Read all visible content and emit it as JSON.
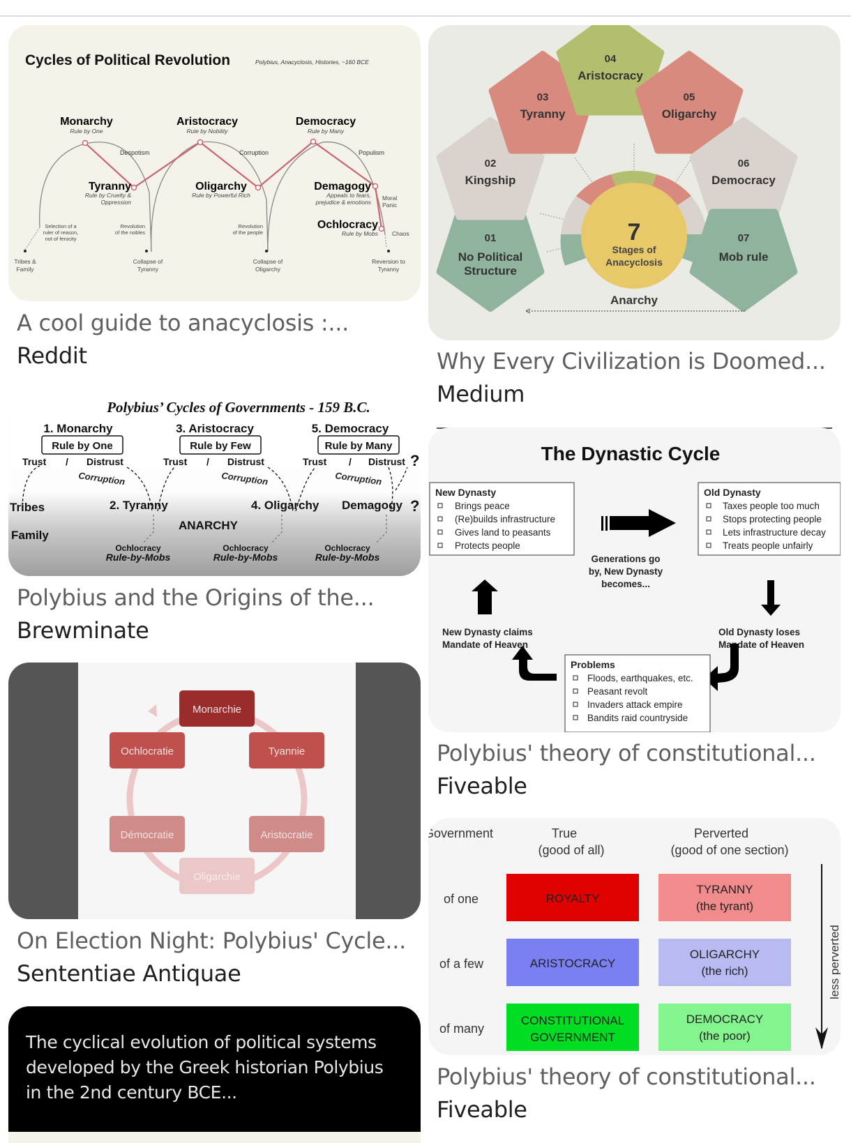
{
  "results": [
    {
      "title": "A cool guide to anacyclosis :...",
      "source": "Reddit",
      "image": {
        "title": "Cycles of Political Revolution",
        "subtitle": "Polybius, Anacyclosis, Histories, ~160 BCE",
        "peaks": [
          {
            "name": "Monarchy",
            "desc": "Rule by One"
          },
          {
            "name": "Aristocracy",
            "desc": "Rule by Nobility"
          },
          {
            "name": "Democracy",
            "desc": "Rule by Many"
          }
        ],
        "troughs": [
          {
            "name": "Tyranny",
            "desc1": "Rule by Cruelty &",
            "desc2": "Oppression"
          },
          {
            "name": "Oligarchy",
            "desc1": "Rule by Powerful Rich",
            "desc2": ""
          },
          {
            "name": "Demagogy",
            "desc1": "Appeals to fears,",
            "desc2": "prejudice & emotions"
          }
        ],
        "decay_labels": [
          "Despotism",
          "Corruption",
          "Populism"
        ],
        "ochlocracy": {
          "name": "Ochlocracy",
          "desc": "Rule by Mobs"
        },
        "moral_panic": [
          "Moral",
          "Panic"
        ],
        "chaos": "Chaos",
        "selection": [
          "Selection of a",
          "ruler of reason,",
          "not of ferocity"
        ],
        "revolution_nobles": [
          "Revolution",
          "of the nobles"
        ],
        "revolution_people": [
          "Revolution",
          "of the people"
        ],
        "base_labels": [
          [
            "Tribes &",
            "Family"
          ],
          [
            "Collapse of",
            "Tyranny"
          ],
          [
            "Collapse of",
            "Oligarchy"
          ],
          [
            "Reversion to",
            "Tyranny"
          ]
        ]
      }
    },
    {
      "title": "Why Every Civilization is Doomed...",
      "source": "Medium",
      "image": {
        "center_number": "7",
        "center_line1": "Stages of",
        "center_line2": "Anacyclosis",
        "stages": [
          {
            "num": "01",
            "name1": "No Political",
            "name2": "Structure",
            "color": "#8fb39c"
          },
          {
            "num": "02",
            "name1": "Kingship",
            "name2": "",
            "color": "#dad3cd"
          },
          {
            "num": "03",
            "name1": "Tyranny",
            "name2": "",
            "color": "#d98a7e"
          },
          {
            "num": "04",
            "name1": "Aristocracy",
            "name2": "",
            "color": "#b3bf6e"
          },
          {
            "num": "05",
            "name1": "Oligarchy",
            "name2": "",
            "color": "#d98a7e"
          },
          {
            "num": "06",
            "name1": "Democracy",
            "name2": "",
            "color": "#dad3cd"
          },
          {
            "num": "07",
            "name1": "Mob rule",
            "name2": "",
            "color": "#8fb39c"
          }
        ],
        "anarchy": "Anarchy",
        "center_color": "#e8c96a"
      }
    },
    {
      "title": "Polybius and the Origins of the...",
      "source": "Brewminate",
      "image": {
        "title": "Polybius’ Cycles of Governments - 159 B.C.",
        "good": [
          {
            "name": "1. Monarchy",
            "box": "Rule by One"
          },
          {
            "name": "3. Aristocracy",
            "box": "Rule by Few"
          },
          {
            "name": "5. Democracy",
            "box": "Rule by Many"
          }
        ],
        "trust": "Trust",
        "slash": "/",
        "distrust": "Distrust",
        "question": "?",
        "corruption": "Corruption",
        "bad": [
          "2. Tyranny",
          "4. Oligarchy",
          "Demagogy"
        ],
        "tribes": "Tribes",
        "family": "Family",
        "anarchy": "ANARCHY",
        "ochlocracy": "Ochlocracy",
        "mobs": "Rule-by-Mobs"
      }
    },
    {
      "title": "Polybius' theory of constitutional...",
      "source": "Fiveable",
      "image": {
        "title": "The Dynastic Cycle",
        "new_dynasty": {
          "heading": "New Dynasty",
          "items": [
            "Brings peace",
            "(Re)builds infrastructure",
            "Gives land to peasants",
            "Protects people"
          ]
        },
        "old_dynasty": {
          "heading": "Old Dynasty",
          "items": [
            "Taxes people too much",
            "Stops protecting people",
            "Lets infrastructure decay",
            "Treats people unfairly"
          ]
        },
        "generations": [
          "Generations go",
          "by, New Dynasty",
          "becomes..."
        ],
        "claims": [
          "New Dynasty claims",
          "Mandate of Heaven"
        ],
        "loses": [
          "Old Dynasty loses",
          "Mandate of Heaven"
        ],
        "problems": {
          "heading": "Problems",
          "items": [
            "Floods, earthquakes, etc.",
            "Peasant revolt",
            "Invaders attack empire",
            "Bandits raid countryside"
          ]
        }
      }
    },
    {
      "title": "On Election Night: Polybius' Cycle...",
      "source": "Sententiae Antiquae",
      "image": {
        "nodes": [
          {
            "label": "Monarchie",
            "color": "#9b2c2c"
          },
          {
            "label": "Tyannie",
            "color": "#c0504d"
          },
          {
            "label": "Aristocratie",
            "color": "#d08a88"
          },
          {
            "label": "Oligarchie",
            "color": "#ebc8c7"
          },
          {
            "label": "Démocratie",
            "color": "#d08a88"
          },
          {
            "label": "Ochlocratie",
            "color": "#c0504d"
          }
        ]
      }
    },
    {
      "title": "Polybius' theory of constitutional...",
      "source": "Fiveable",
      "image": {
        "col_header": "Government",
        "true_header": [
          "True",
          "(good of all)"
        ],
        "perverted_header": [
          "Perverted",
          "(good of one section)"
        ],
        "side_label": "less perverted",
        "rows": [
          {
            "label": "of one",
            "true": [
              "ROYALTY"
            ],
            "true_color": "#e00000",
            "perverted": [
              "TYRANNY",
              "(the tyrant)"
            ],
            "perverted_color": "#f28c8c"
          },
          {
            "label": "of a few",
            "true": [
              "ARISTOCRACY"
            ],
            "true_color": "#7a7ff2",
            "perverted": [
              "OLIGARCHY",
              "(the rich)"
            ],
            "perverted_color": "#b8baf2"
          },
          {
            "label": "of many",
            "true": [
              "CONSTITUTIONAL",
              "GOVERNMENT"
            ],
            "true_color": "#00dd22",
            "perverted": [
              "DEMOCRACY",
              "(the poor)"
            ],
            "perverted_color": "#84f58e"
          }
        ]
      }
    },
    {
      "title": "",
      "source": "",
      "image": {
        "text_lines": [
          "The cyclical evolution of political systems",
          "developed by the Greek historian Polybius",
          "in the 2nd century BCE..."
        ]
      }
    }
  ]
}
